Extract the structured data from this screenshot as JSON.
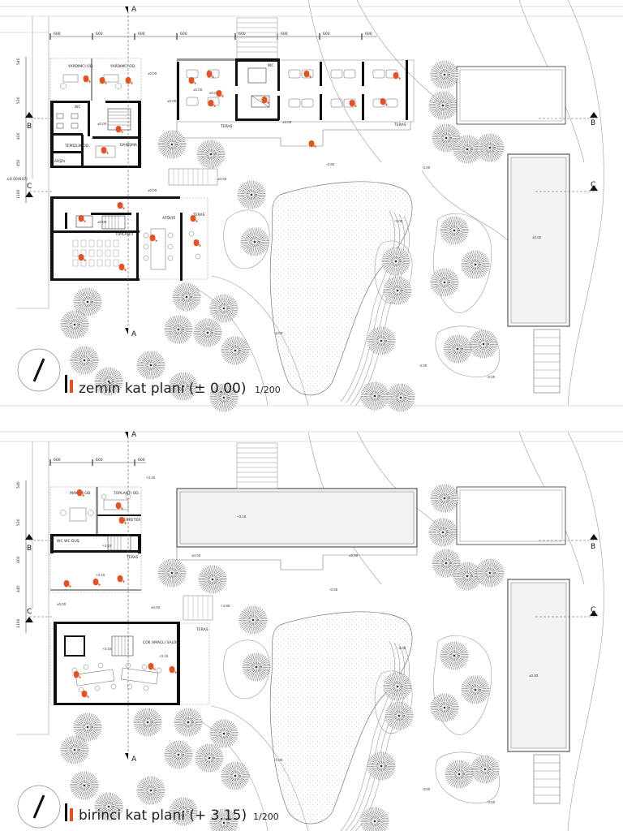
{
  "colors": {
    "accent": "#e8501e",
    "wall": "#111111",
    "line": "#9a9a9a"
  },
  "plans": [
    {
      "title": "zemin kat planı (± 0.00)",
      "scale": "1/200",
      "dims_top": [
        "600",
        "600",
        "600",
        "600",
        "600",
        "600",
        "600",
        "600"
      ],
      "dims_left": [
        "540",
        "530",
        "400",
        "450",
        "1100"
      ],
      "section_marks": {
        "a": "A",
        "b": "B",
        "c": "C"
      },
      "rooms": {
        "yardimci1": "YARDIMCI OD.",
        "yardimci2": "YARDIMCI OD.",
        "wc1": "WC",
        "wc2": "WC",
        "temizlik": "TEMİZLİK OD.",
        "danisma": "DANIŞMA",
        "arsiv": "ARŞİV",
        "atolye": "ATÖLYE",
        "toplanti": "TOPLANTI",
        "teras1": "TERAS",
        "teras2": "TERAS",
        "teras3": "TERAS"
      },
      "levels": {
        "l1": "±0.00",
        "l2": "±0.00",
        "l3": "±0.00",
        "l4": "±0.00",
        "l5": "±0.00",
        "l6": "±0.00",
        "l7": "±0.00",
        "l8": "±0.00",
        "l9": "±0.00",
        "l10": "-0.85",
        "l11": "-3.00",
        "l12": "-3.00",
        "l13": "-3.00",
        "l14": "-3.00",
        "l15": "-3.00",
        "l16": "±0.00"
      },
      "left_level": "±0.00(647)"
    },
    {
      "title": "birinci kat planı (+ 3.15)",
      "scale": "1/200",
      "dims_top": [
        "600",
        "600",
        "600"
      ],
      "dims_left": [
        "540",
        "530",
        "400",
        "440",
        "1100"
      ],
      "section_marks": {
        "a": "A",
        "b": "B",
        "c": "C"
      },
      "rooms": {
        "makam": "MAKAM OD.",
        "toplanti_od": "TOPLANTI OD.",
        "sekreter": "SEKRETER",
        "wc": "WC WC DUŞ",
        "teras1": "TERAS",
        "teras2": "TERAS",
        "cok_amacli": "ÇOK AMAÇLI SALON"
      },
      "levels": {
        "l1": "+3.15",
        "l2": "+3.15",
        "l3": "+3.15",
        "l4": "+3.15",
        "l5": "+3.15",
        "l6": "+3.15",
        "l7": "±0.00",
        "l8": "±0.00",
        "l9": "±0.00",
        "l10": "±0.00",
        "l11": "-0.85",
        "l12": "-3.00",
        "l13": "-3.00",
        "l14": "-3.00",
        "l15": "-3.00",
        "l16": "±0.00",
        "l17": "+3.85"
      }
    }
  ]
}
